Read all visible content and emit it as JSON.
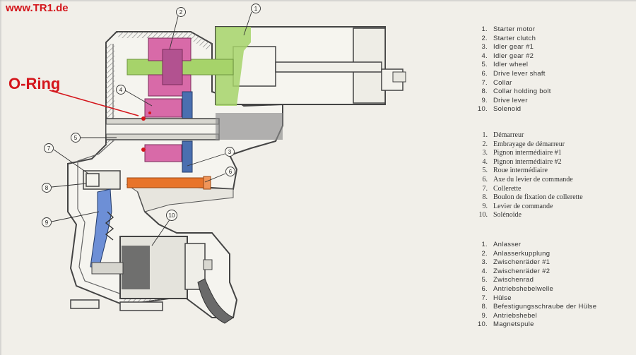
{
  "site_label": "www.TR1.de",
  "callout_label": "O-Ring",
  "callout_color": "#d4161c",
  "part_numbers": [
    "1",
    "2",
    "3",
    "4",
    "5",
    "6",
    "7",
    "8",
    "9",
    "10"
  ],
  "legend_en": [
    {
      "num": "1.",
      "text": "Starter motor"
    },
    {
      "num": "2.",
      "text": "Starter clutch"
    },
    {
      "num": "3.",
      "text": "Idler gear #1"
    },
    {
      "num": "4.",
      "text": "Idler gear #2"
    },
    {
      "num": "5.",
      "text": "Idler wheel"
    },
    {
      "num": "6.",
      "text": "Drive lever shaft"
    },
    {
      "num": "7.",
      "text": "Collar"
    },
    {
      "num": "8.",
      "text": "Collar holding bolt"
    },
    {
      "num": "9.",
      "text": "Drive lever"
    },
    {
      "num": "10.",
      "text": "Solenoid"
    }
  ],
  "legend_fr": [
    {
      "num": "1.",
      "text": "Démarreur"
    },
    {
      "num": "2.",
      "text": "Embrayage de démarreur"
    },
    {
      "num": "3.",
      "text": "Pignon intermédiaire #1"
    },
    {
      "num": "4.",
      "text": "Pignon intermédiaire #2"
    },
    {
      "num": "5.",
      "text": "Roue intermédiaire"
    },
    {
      "num": "6.",
      "text": "Axe du levier de commande"
    },
    {
      "num": "7.",
      "text": "Collerette"
    },
    {
      "num": "8.",
      "text": "Boulon de fixation de collerette"
    },
    {
      "num": "9.",
      "text": "Levier de commande"
    },
    {
      "num": "10.",
      "text": "Solénoïde"
    }
  ],
  "legend_de": [
    {
      "num": "1.",
      "text": "Anlasser"
    },
    {
      "num": "2.",
      "text": "Anlasserkupplung"
    },
    {
      "num": "3.",
      "text": "Zwischenräder #1"
    },
    {
      "num": "4.",
      "text": "Zwischenräder #2"
    },
    {
      "num": "5.",
      "text": "Zwischenrad"
    },
    {
      "num": "6.",
      "text": "Antriebshebelwelle"
    },
    {
      "num": "7.",
      "text": "Hülse"
    },
    {
      "num": "8.",
      "text": "Befestigungsschraube der Hülse"
    },
    {
      "num": "9.",
      "text": "Antriebshebel"
    },
    {
      "num": "10.",
      "text": "Magnetspule"
    }
  ],
  "colors": {
    "background": "#f1efe9",
    "housing_outline": "#444444",
    "starter_clutch": "#d86aa8",
    "starter_motor": "#a6d36a",
    "shaft": "#8a8a8a",
    "drive_lever_shaft": "#e8742a",
    "idler_gear": "#4a6fb0",
    "drive_lever": "#6d8fd6",
    "solenoid": "#5a5a5a"
  }
}
